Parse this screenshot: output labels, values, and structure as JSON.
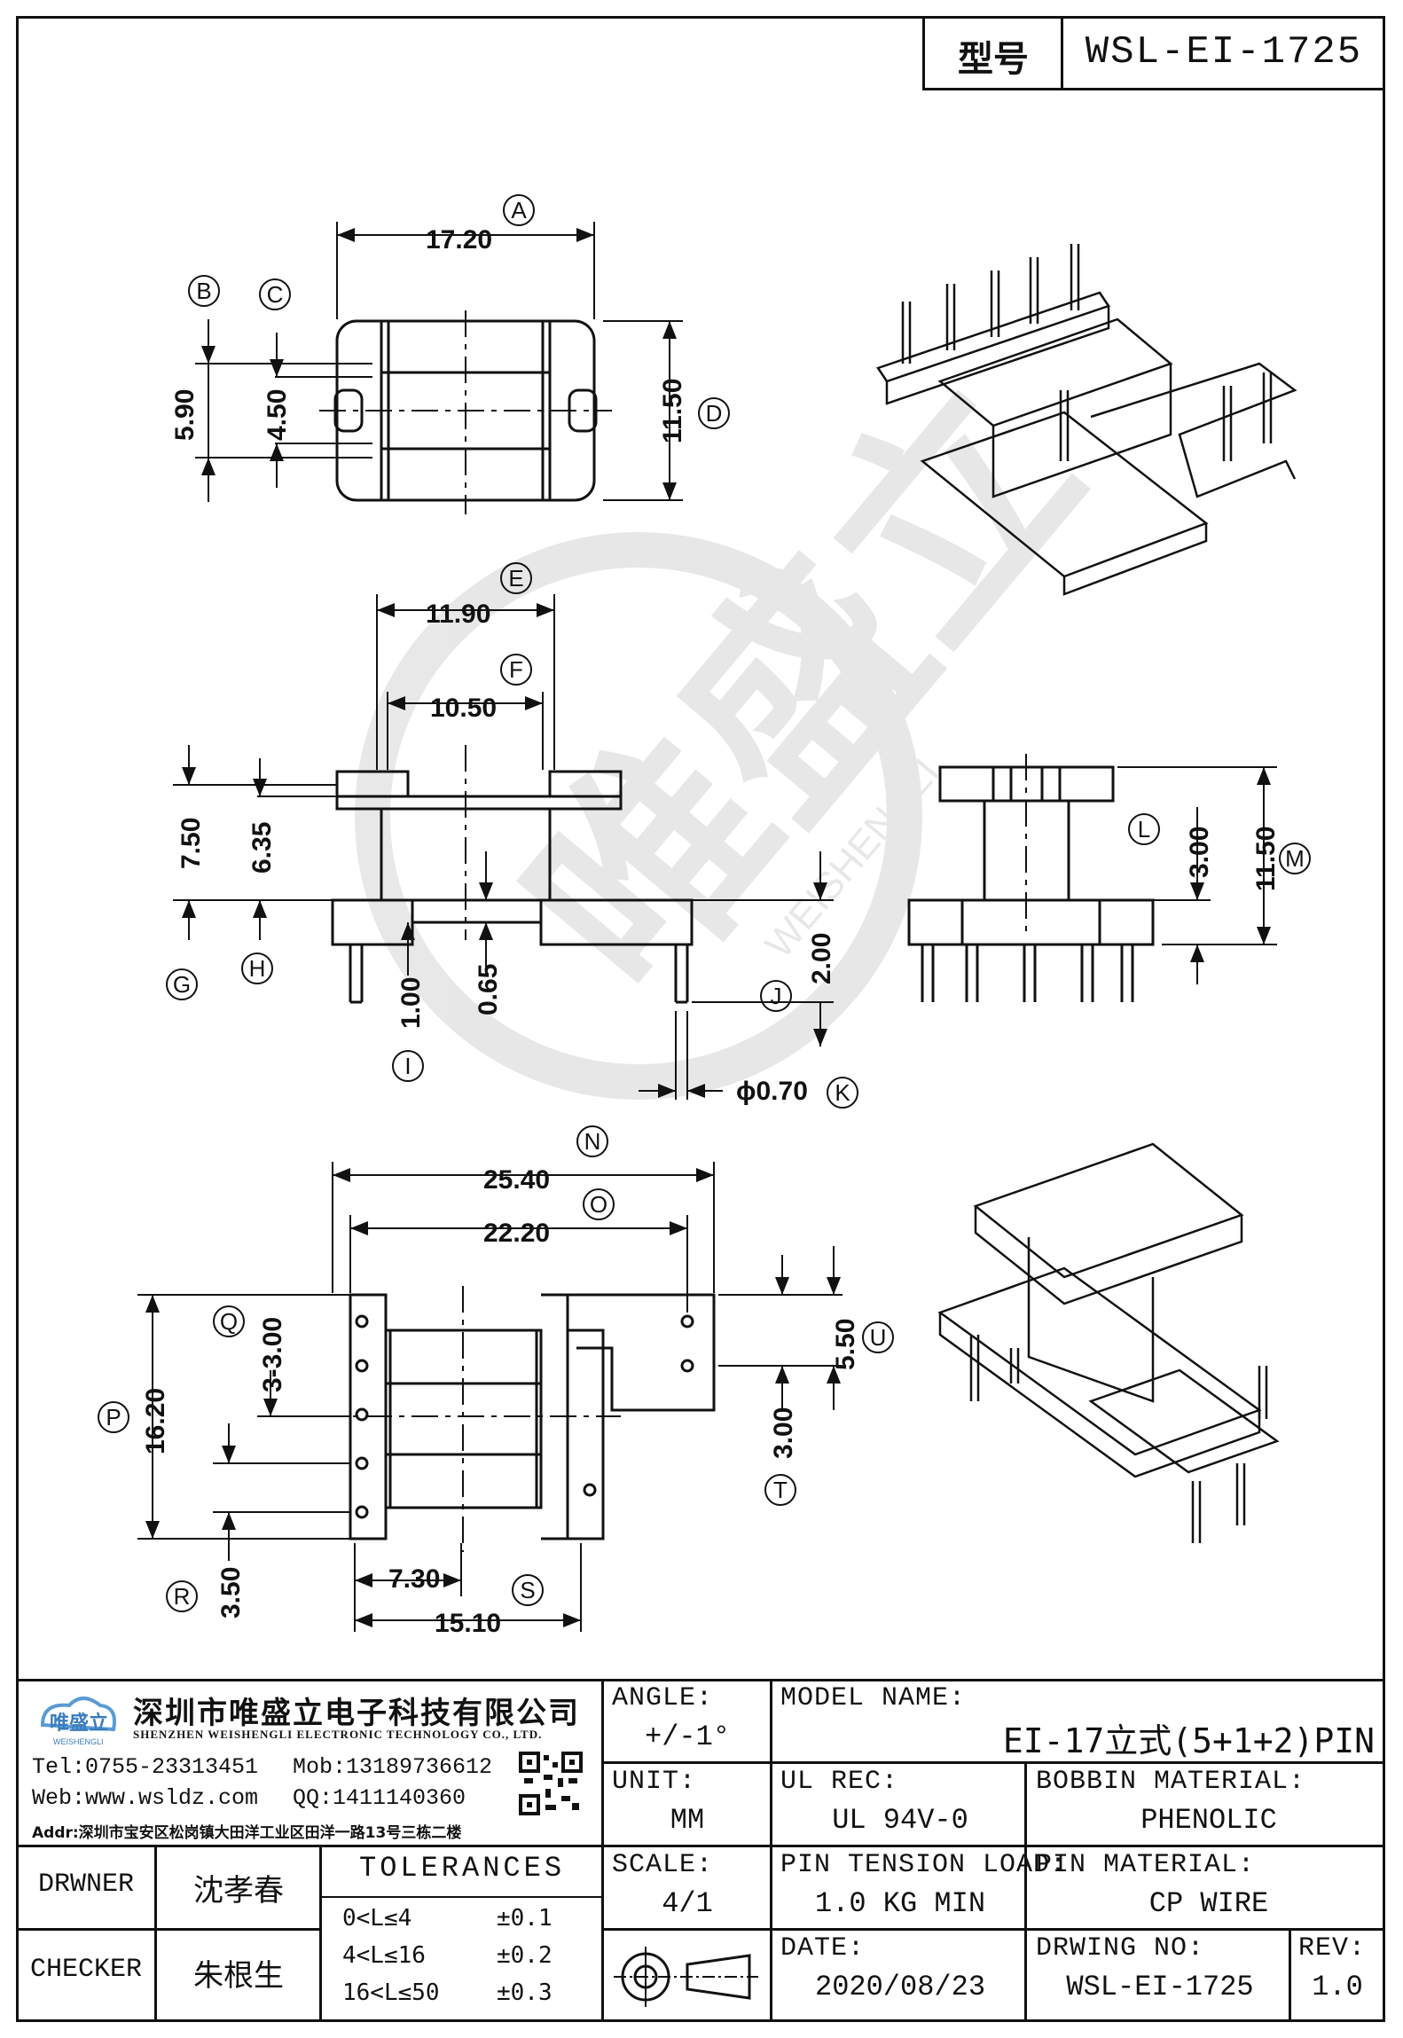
{
  "header": {
    "model_label": "型号",
    "model_value": "WSL-EI-1725"
  },
  "drawing": {
    "watermark_brand": "唯盛立",
    "watermark_sub": "WEISHENGLI",
    "top_view": {
      "dims": [
        "17.20",
        "5.90",
        "4.50",
        "11.50"
      ],
      "callouts": [
        "A",
        "B",
        "C",
        "D"
      ]
    },
    "front_view": {
      "dims": [
        "11.90",
        "10.50",
        "7.50",
        "6.35",
        "1.00",
        "0.65",
        "2.00",
        "ϕ0.70"
      ],
      "callouts": [
        "E",
        "F",
        "G",
        "H",
        "I",
        "J",
        "K"
      ]
    },
    "side_view": {
      "dims": [
        "3.00",
        "11.50"
      ],
      "callouts": [
        "L",
        "M"
      ]
    },
    "bottom_view": {
      "dims": [
        "25.40",
        "22.20",
        "3-3.00",
        "16.20",
        "5.50",
        "3.00",
        "7.30",
        "15.10",
        "3.50"
      ],
      "callouts": [
        "N",
        "O",
        "Q",
        "P",
        "U",
        "T",
        "S",
        "R"
      ]
    }
  },
  "title_block": {
    "company_cn": "深圳市唯盛立电子科技有限公司",
    "company_en": "SHENZHEN WEISHENGLI ELECTRONIC TECHNOLOGY CO., LTD.",
    "logo_text": "唯盛立",
    "logo_sub": "WEISHENGLI",
    "tel": "Tel:0755-23313451",
    "mob": "Mob:13189736612",
    "web": "Web:www.wsldz.com",
    "qq": "QQ:1411140360",
    "addr": "Addr:深圳市宝安区松岗镇大田洋工业区田洋一路13号三栋二楼",
    "angle_label": "ANGLE:",
    "angle_value": "+/-1°",
    "model_name_label": "MODEL NAME:",
    "model_name_value": "EI-17立式(5+1+2)PIN",
    "unit_label": "UNIT:",
    "unit_value": "MM",
    "ul_label": "UL REC:",
    "ul_value": "UL 94V-0",
    "bobbin_label": "BOBBIN MATERIAL:",
    "bobbin_value": "PHENOLIC",
    "drawner_label": "DRWNER",
    "drawner_value": "沈孝春",
    "tolerances_label": "TOLERANCES",
    "tol_rows": [
      {
        "range": "0<L≤4",
        "tol": "±0.1"
      },
      {
        "range": "4<L≤16",
        "tol": "±0.2"
      },
      {
        "range": "16<L≤50",
        "tol": "±0.3"
      }
    ],
    "scale_label": "SCALE:",
    "scale_value": "4/1",
    "pin_tension_label": "PIN TENSION LOAD:",
    "pin_tension_value": "1.0 KG MIN",
    "pin_material_label": "PIN MATERIAL:",
    "pin_material_value": "CP WIRE",
    "checker_label": "CHECKER",
    "checker_value": "朱根生",
    "date_label": "DATE:",
    "date_value": "2020/08/23",
    "drawing_no_label": "DRWING NO:",
    "drawing_no_value": "WSL-EI-1725",
    "rev_label": "REV:",
    "rev_value": "1.0"
  }
}
